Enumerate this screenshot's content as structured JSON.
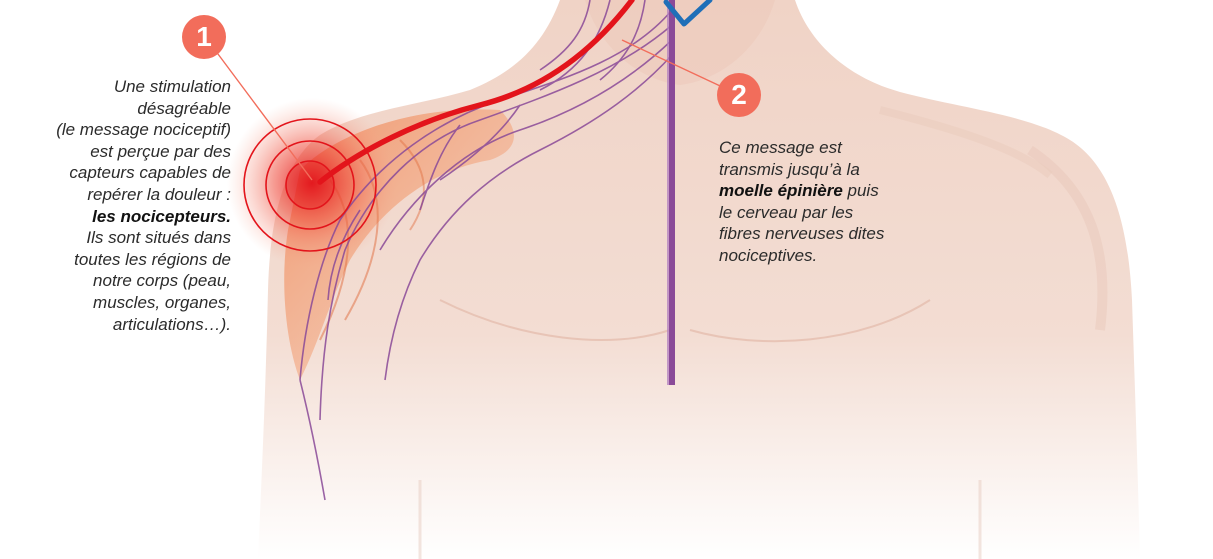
{
  "colors": {
    "badge": "#f26d5b",
    "pain_red": "#e3141b",
    "nerve_purple": "#8a4a98",
    "skin": "#f1d8cd",
    "arrow_blue": "#1f6fb8"
  },
  "icons": [
    "body-silhouette-illustration",
    "pain-target-icon",
    "nerve-fibers",
    "spinal-cord",
    "signal-arrow-icon"
  ],
  "step1": {
    "number": "1",
    "text_lines": [
      "Une stimulation",
      "désagréable",
      "(le message nociceptif)",
      "est perçue par des",
      "capteurs capables de",
      "repérer la douleur :",
      "les nocicepteurs.",
      "Ils sont situés dans",
      "toutes les régions de",
      "notre corps (peau,",
      "muscles, organes,",
      "articulations…)."
    ]
  },
  "step2": {
    "number": "2",
    "line1": "Ce message est",
    "line2": "transmis jusqu’à la",
    "line3_bold": "moelle épinière",
    "line3_rest": " puis",
    "line4": "le cerveau par les",
    "line5": "fibres nerveuses dites",
    "line6": "nociceptives."
  }
}
